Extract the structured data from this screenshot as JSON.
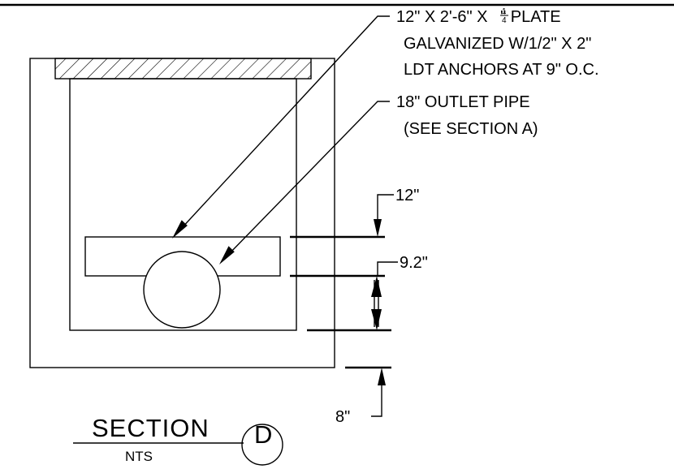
{
  "callouts": {
    "plate": {
      "line1_prefix": "12\" X 2'-6\" X ",
      "frac_num": "1",
      "frac_den": "4",
      "line1_suffix": "\" PLATE",
      "line2": "GALVANIZED W/1/2\" X 2\"",
      "line3": "LDT ANCHORS AT 9\" O.C."
    },
    "pipe": {
      "line1": "18\" OUTLET PIPE",
      "line2": "(SEE SECTION A)"
    }
  },
  "dimensions": {
    "top": "12\"",
    "middle": "9.2\"",
    "bottom": "8\""
  },
  "section_title": {
    "label": "SECTION",
    "scale": "NTS",
    "id": "D"
  }
}
